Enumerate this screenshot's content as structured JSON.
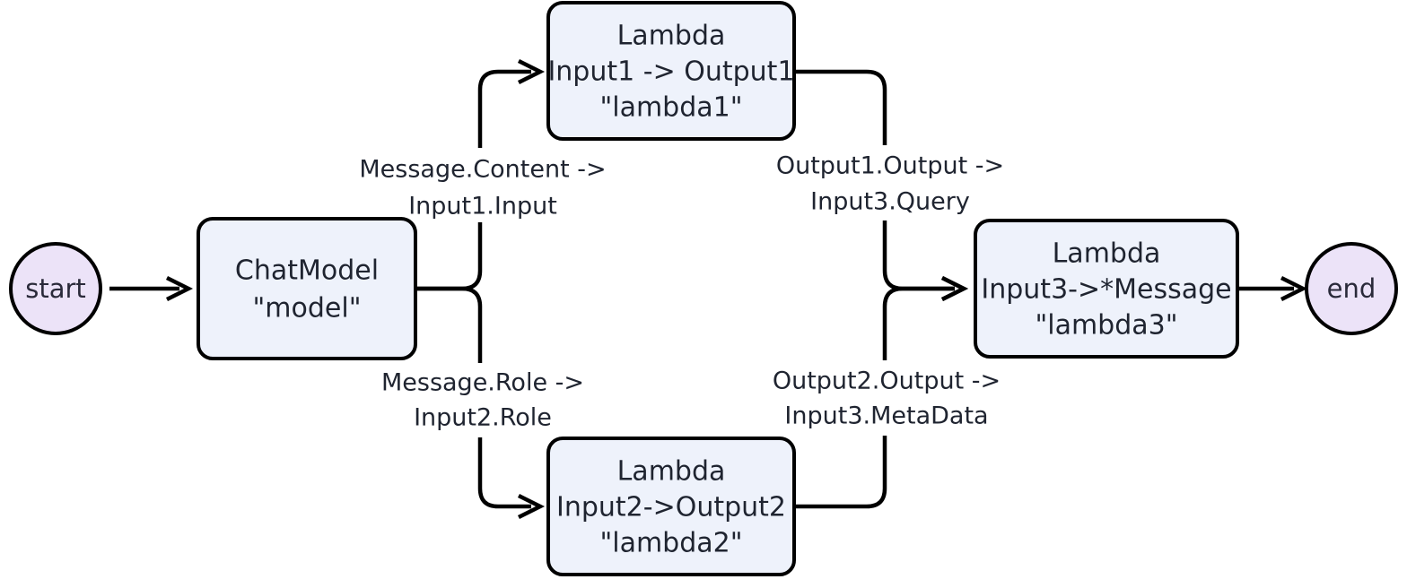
{
  "diagram": {
    "type": "flowchart",
    "direction": "left-to-right",
    "background_color": "#ffffff",
    "node_fill_color": "#eef2fb",
    "terminal_fill_color": "#ece3f8",
    "stroke_color": "#000000",
    "text_color": "#1f2430",
    "nodes": {
      "start": {
        "label": "start",
        "shape": "circle"
      },
      "chatmodel": {
        "line1": "ChatModel",
        "line2": "\"model\"",
        "shape": "rounded-rect"
      },
      "lambda1": {
        "line1": "Lambda",
        "line2": "Input1 -> Output1",
        "line3": "\"lambda1\"",
        "shape": "rounded-rect"
      },
      "lambda2": {
        "line1": "Lambda",
        "line2": "Input2->Output2",
        "line3": "\"lambda2\"",
        "shape": "rounded-rect"
      },
      "lambda3": {
        "line1": "Lambda",
        "line2": "Input3->*Message",
        "line3": "\"lambda3\"",
        "shape": "rounded-rect"
      },
      "end": {
        "label": "end",
        "shape": "circle"
      }
    },
    "edges": {
      "start_to_chatmodel": {
        "label_line1": "",
        "label_line2": ""
      },
      "chatmodel_to_lambda1": {
        "label_line1": "Message.Content ->",
        "label_line2": "Input1.Input"
      },
      "chatmodel_to_lambda2": {
        "label_line1": "Message.Role ->",
        "label_line2": "Input2.Role"
      },
      "lambda1_to_lambda3": {
        "label_line1": "Output1.Output ->",
        "label_line2": "Input3.Query"
      },
      "lambda2_to_lambda3": {
        "label_line1": "Output2.Output ->",
        "label_line2": "Input3.MetaData"
      },
      "lambda3_to_end": {
        "label_line1": "",
        "label_line2": ""
      }
    }
  }
}
